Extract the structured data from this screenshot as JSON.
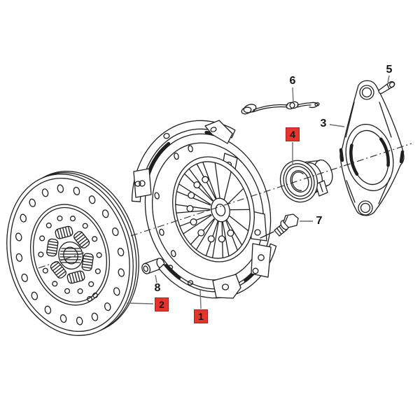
{
  "canvas": {
    "background": "#ffffff"
  },
  "colors": {
    "line": "#1f1f1f",
    "leader": "#6f6f6f",
    "highlight": "#e5332d",
    "label_text": "#141414"
  },
  "callouts": {
    "pressure_plate": {
      "number": "1",
      "highlighted": true
    },
    "clutch_disc": {
      "number": "2",
      "highlighted": true
    },
    "release_arm": {
      "number": "3",
      "highlighted": false
    },
    "release_bearing": {
      "number": "4",
      "highlighted": true
    },
    "pivot_pin": {
      "number": "5",
      "highlighted": false
    },
    "retaining_spring": {
      "number": "6",
      "highlighted": false
    },
    "bolt": {
      "number": "7",
      "highlighted": false
    },
    "dowel_pin": {
      "number": "8",
      "highlighted": false
    }
  }
}
